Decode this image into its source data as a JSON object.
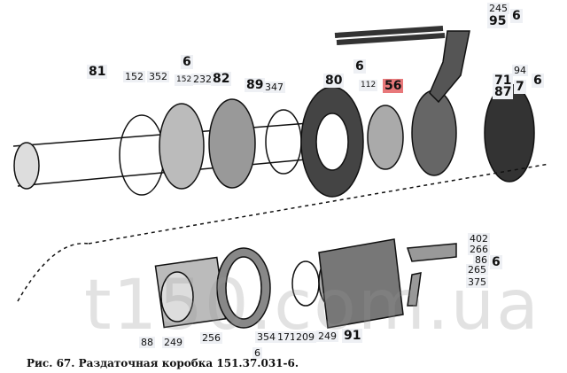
{
  "caption": "Рис. 67. Раздаточная коробка 151.37.031-6.",
  "watermark": "t150.com.ua",
  "highlight_color": "#e8787a",
  "labels_top": {
    "l81": "81",
    "l152a": "152",
    "l352": "352",
    "l152b": "152",
    "l232": "232",
    "l82": "82",
    "l89": "89",
    "l347": "347",
    "g6a": "6",
    "l80": "80",
    "l112": "112",
    "l56": "56",
    "g6b": "6",
    "l245": "245",
    "l95": "95",
    "g6c": "6",
    "l94": "94",
    "l71": "71",
    "l87": "87",
    "g7": "7",
    "g6d": "6"
  },
  "labels_bottom": {
    "l402": "402",
    "l266": "266",
    "l86": "86",
    "l265": "265",
    "l375": "375",
    "g6e": "6",
    "l88": "88",
    "l249a": "249",
    "l256": "256",
    "l354": "354",
    "l171": "171",
    "l209": "209",
    "l249b": "249",
    "l91": "91",
    "g6f": "6"
  }
}
